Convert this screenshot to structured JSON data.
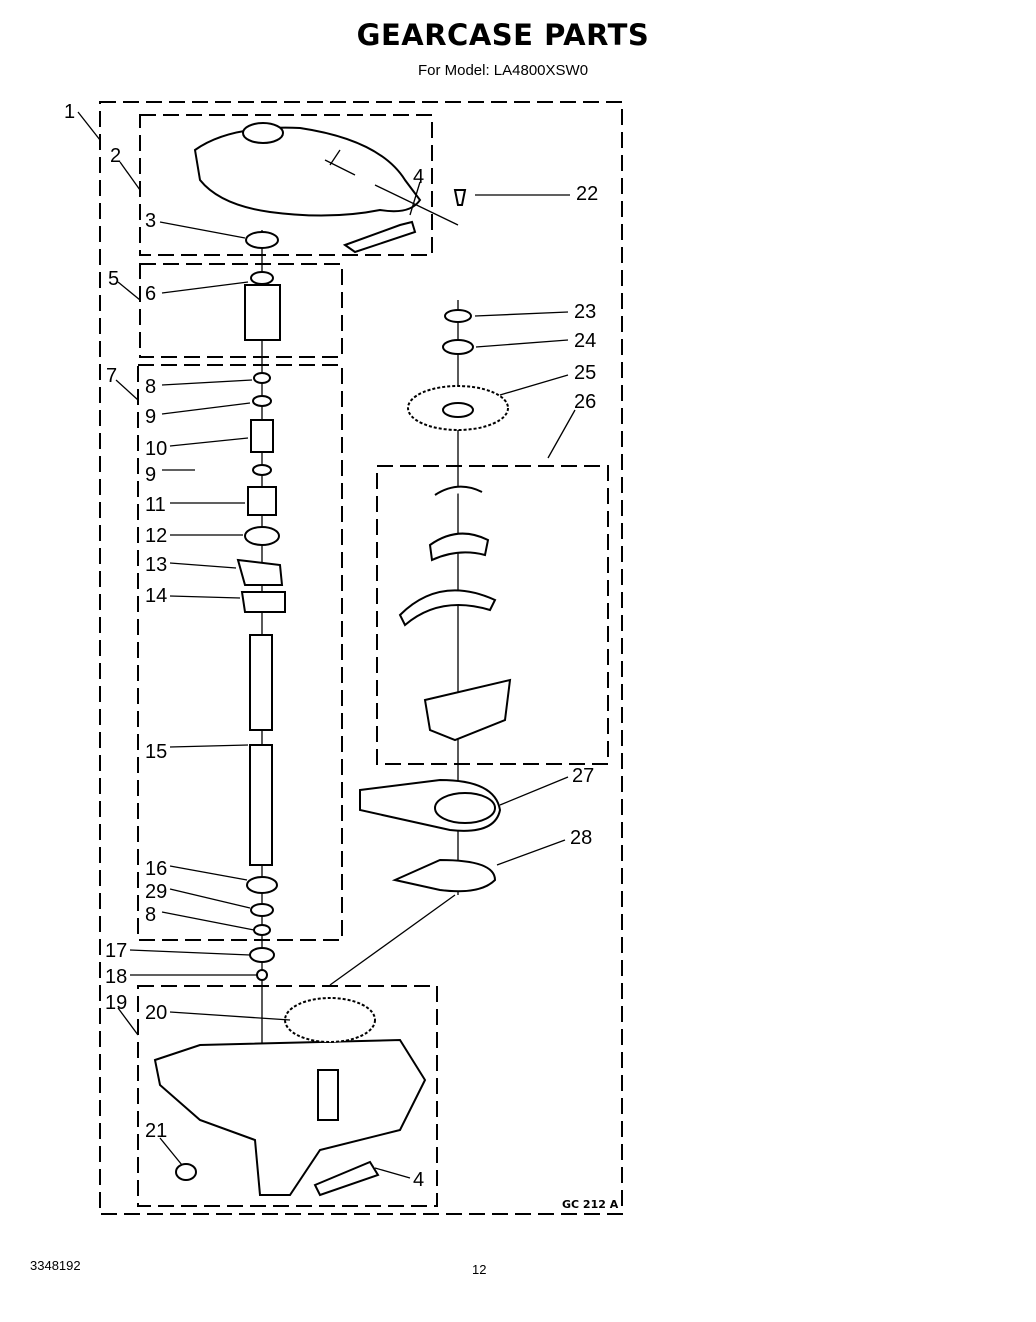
{
  "title": "GEARCASE PARTS",
  "subtitle": "For Model: LA4800XSW0",
  "diagram_code": "GC 212 A",
  "footer": {
    "doc_number": "3348192",
    "page_number": "12"
  },
  "callouts": [
    "1",
    "2",
    "3",
    "4",
    "22",
    "5",
    "6",
    "7",
    "8",
    "9",
    "10",
    "9",
    "11",
    "12",
    "13",
    "14",
    "15",
    "16",
    "29",
    "8",
    "17",
    "18",
    "19",
    "20",
    "21",
    "4",
    "23",
    "24",
    "25",
    "26",
    "27",
    "28"
  ]
}
